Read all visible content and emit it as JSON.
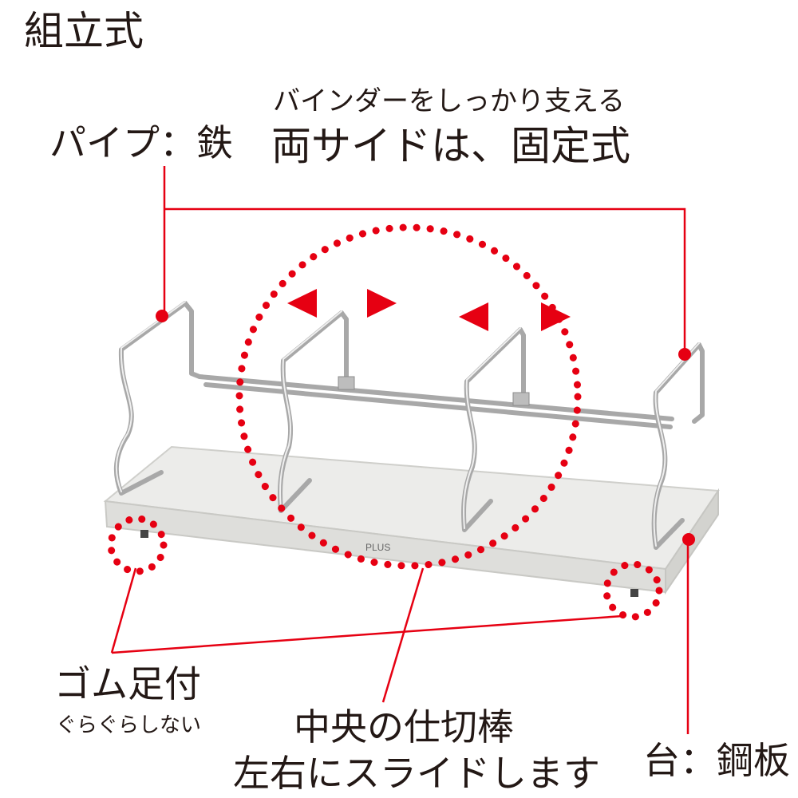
{
  "title": "組立式",
  "callouts": {
    "pipe": "パイプ：鉄",
    "binder_support": "バインダーをしっかり支える",
    "sides_fixed": "両サイドは、固定式",
    "rubber_feet": "ゴム足付",
    "rubber_feet_note": "ぐらぐらしない",
    "center_divider": "中央の仕切棒",
    "slides": "左右にスライドします",
    "base": "台：鋼板"
  },
  "product": {
    "brand_mark": "PLUS"
  },
  "colors": {
    "accent_red": "#e60012",
    "text": "#231815",
    "base_plate": "#e9e9e6",
    "wire": "#a8a8a8"
  },
  "icons": [
    "arrow-left-icon",
    "arrow-right-icon"
  ]
}
